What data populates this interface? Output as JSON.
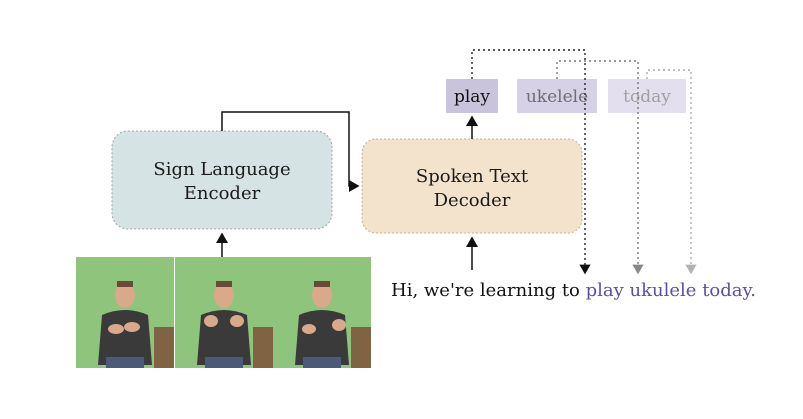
{
  "encoder": {
    "line1": "Sign Language",
    "line2": "Encoder"
  },
  "decoder": {
    "line1": "Spoken Text",
    "line2": "Decoder"
  },
  "tokens": [
    {
      "text": "play",
      "state": "current"
    },
    {
      "text": "ukelele",
      "state": "next"
    },
    {
      "text": "today",
      "state": "future"
    }
  ],
  "sentence": {
    "prefix": "Hi, we're learning to ",
    "highlight": [
      "play",
      "ukulele",
      "today"
    ],
    "suffix": "."
  },
  "colors": {
    "encoder_fill": "#d6e3e4",
    "decoder_fill": "#f3e3cc",
    "token_current_fill": "#c9c3dc",
    "token_next_fill": "#d6d1e6",
    "token_future_fill": "#e3dfef",
    "highlight_text": "#5b4ea6",
    "green_screen": "#8ec47c"
  },
  "video_frames": [
    {
      "pose": "hands-together"
    },
    {
      "pose": "hands-raised"
    },
    {
      "pose": "hands-apart"
    }
  ]
}
